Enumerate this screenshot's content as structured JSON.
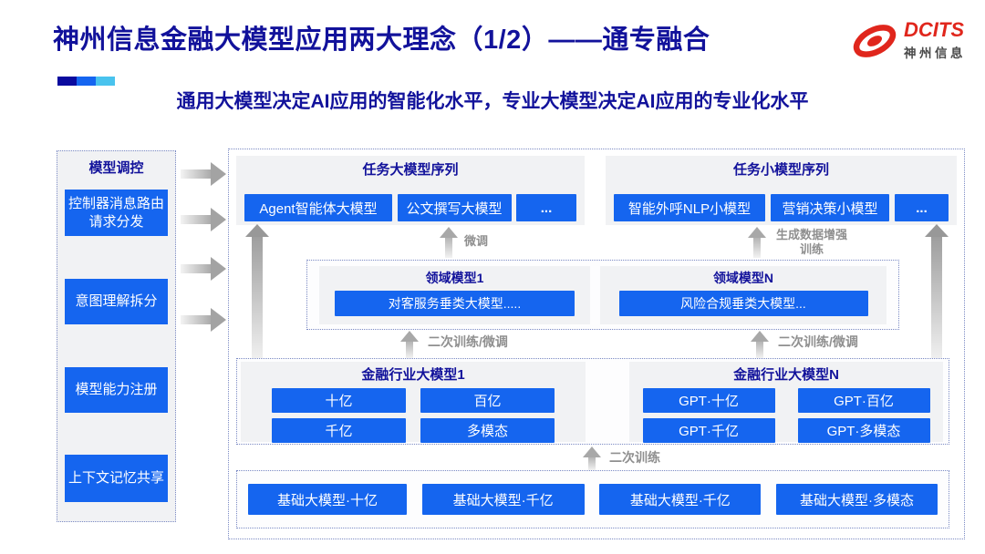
{
  "header": {
    "title": "神州信息金融大模型应用两大理念（1/2）——通专融合",
    "subtitle": "通用大模型决定AI应用的智能化水平，专业大模型决定AI应用的专业化水平",
    "logo": {
      "brand": "DCITS",
      "brand_cn": "神州信息"
    }
  },
  "sidebar": {
    "title": "模型调控",
    "items": [
      "控制器消息路由请求分发",
      "意图理解拆分",
      "模型能力注册",
      "上下文记忆共享"
    ]
  },
  "diagram": {
    "task_large": {
      "title": "任务大模型序列",
      "items": [
        "Agent智能体大模型",
        "公文撰写大模型",
        "..."
      ]
    },
    "task_small": {
      "title": "任务小模型序列",
      "items": [
        "智能外呼NLP小模型",
        "营销决策小模型",
        "..."
      ]
    },
    "labels": {
      "fine_tune": "微调",
      "gen_augment": "生成数据增强训练",
      "retrain_left": "二次训练/微调",
      "retrain_right": "二次训练/微调",
      "retrain_bottom": "二次训练"
    },
    "domain": [
      {
        "title": "领域模型1",
        "item": "对客服务垂类大模型....."
      },
      {
        "title": "领域模型N",
        "item": "风险合规垂类大模型..."
      }
    ],
    "industry": [
      {
        "title": "金融行业大模型1",
        "items": [
          "十亿",
          "百亿",
          "千亿",
          "多模态"
        ]
      },
      {
        "title": "金融行业大模型N",
        "items": [
          "GPT·十亿",
          "GPT·百亿",
          "GPT·千亿",
          "GPT·多模态"
        ]
      }
    ],
    "base_models": [
      "基础大模型·十亿",
      "基础大模型·千亿",
      "基础大模型·千亿",
      "基础大模型·多模态"
    ]
  },
  "colors": {
    "accent_blue": "#1565ef",
    "title_navy": "#12129b",
    "logo_red": "#e0261c",
    "label_gray": "#8f8f8f",
    "panel_gray": "#f1f2f4",
    "deco_bar": [
      "#0a0a9e",
      "#1565f0",
      "#49c3ee"
    ]
  }
}
